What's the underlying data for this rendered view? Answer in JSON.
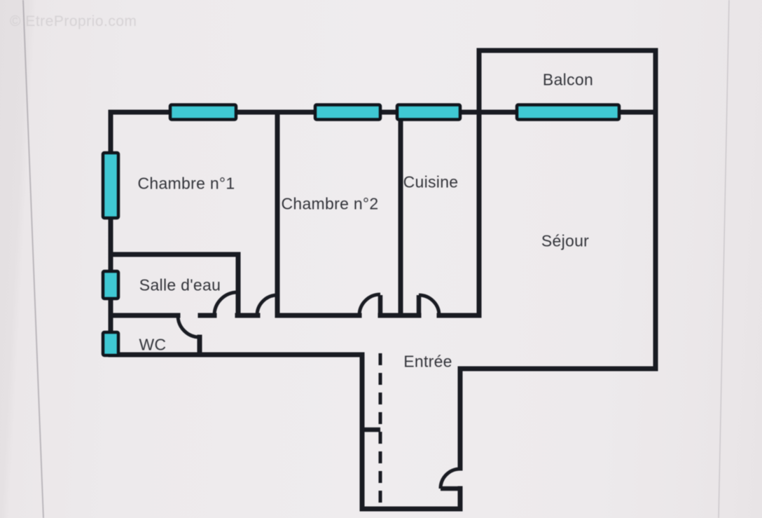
{
  "watermark": {
    "text": "© EtreProprio.com"
  },
  "rooms": {
    "balcon": {
      "label": "Balcon"
    },
    "chambre1": {
      "label": "Chambre n°1"
    },
    "chambre2": {
      "label": "Chambre n°2"
    },
    "cuisine": {
      "label": "Cuisine"
    },
    "sejour": {
      "label": "Séjour"
    },
    "salledeau": {
      "label": "Salle d'eau"
    },
    "wc": {
      "label": "WC"
    },
    "entree": {
      "label": "Entrée"
    }
  },
  "colors": {
    "wall": "#191b22",
    "window_glass": "#3fc8d3",
    "window_frame": "#10151c",
    "label_text": "#33343a",
    "watermark": "#d3cfd2"
  }
}
